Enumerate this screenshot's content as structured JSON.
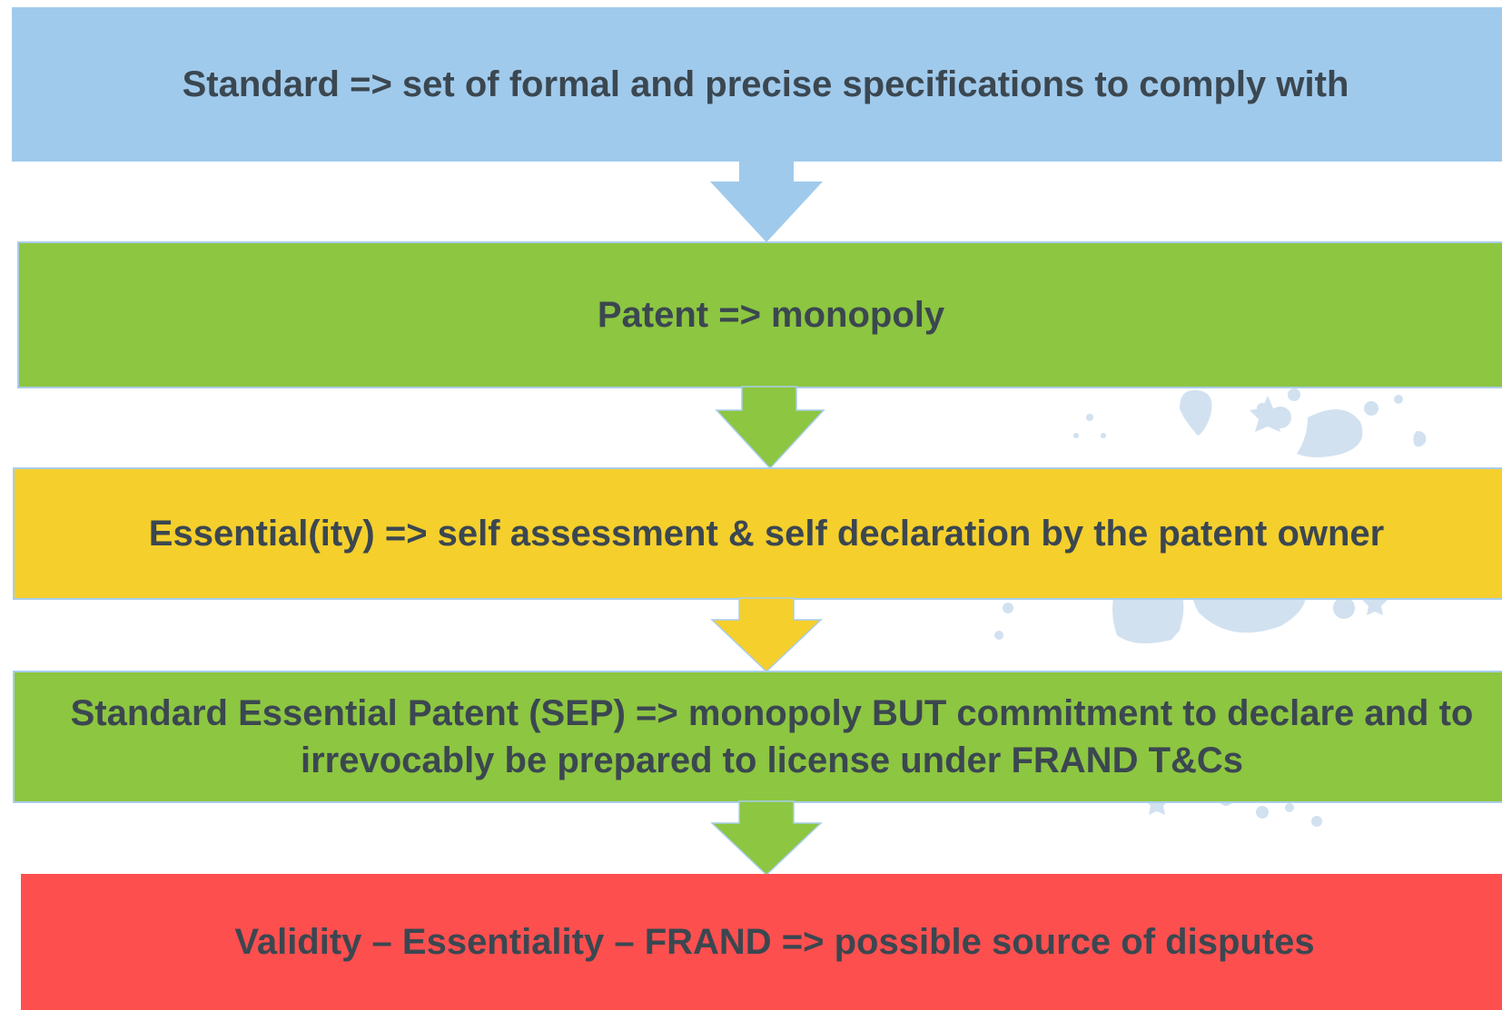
{
  "steps": [
    {
      "text": "Standard => set of formal and precise specifications to comply with",
      "color": "#a0caec"
    },
    {
      "text": "Patent => monopoly",
      "color": "#8dc641"
    },
    {
      "text": "Essential(ity)  => self assessment & self declaration by the patent owner",
      "color": "#f5cf2c"
    },
    {
      "lines": [
        "Standard Essential Patent (SEP) => monopoly  BUT commitment to declare and to",
        "irrevocably be prepared to license under FRAND T&Cs"
      ],
      "color": "#8dc641"
    },
    {
      "text": "Validity – Essentiality – FRAND  => possible source of disputes",
      "color": "#fe4f4f"
    }
  ],
  "arrow_colors": [
    "#a0caec",
    "#8dc641",
    "#f5cf2c",
    "#8dc641"
  ],
  "text_color": "#3b4750",
  "decoration": "light-blue-floral-pattern"
}
